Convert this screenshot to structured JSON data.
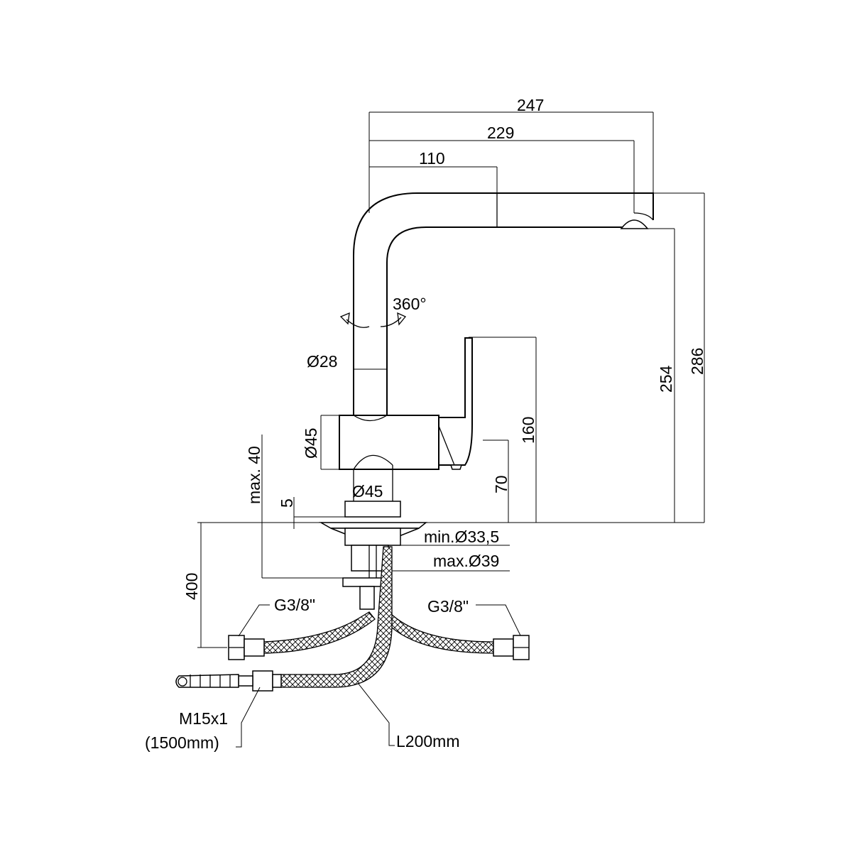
{
  "dimensions": {
    "overall_reach": "247",
    "spout_reach": "229",
    "upper_section": "110",
    "total_height": "286",
    "spout_height": "254",
    "lever_height": "160",
    "body_height": "70",
    "rotation": "360°",
    "spout_diameter": "Ø28",
    "body_diameter": "Ø45",
    "base_diameter": "Ø45",
    "deck_thickness_max": "max. 40",
    "base_plate": "5",
    "hole_min": "min.Ø33,5",
    "hole_max": "max.Ø39",
    "hose_length_depth": "400",
    "connector_left": "G3/8\"",
    "connector_right": "G3/8\"",
    "pullout_thread": "M15x1",
    "pullout_length": "(1500mm)",
    "hose_length": "L200mm"
  }
}
